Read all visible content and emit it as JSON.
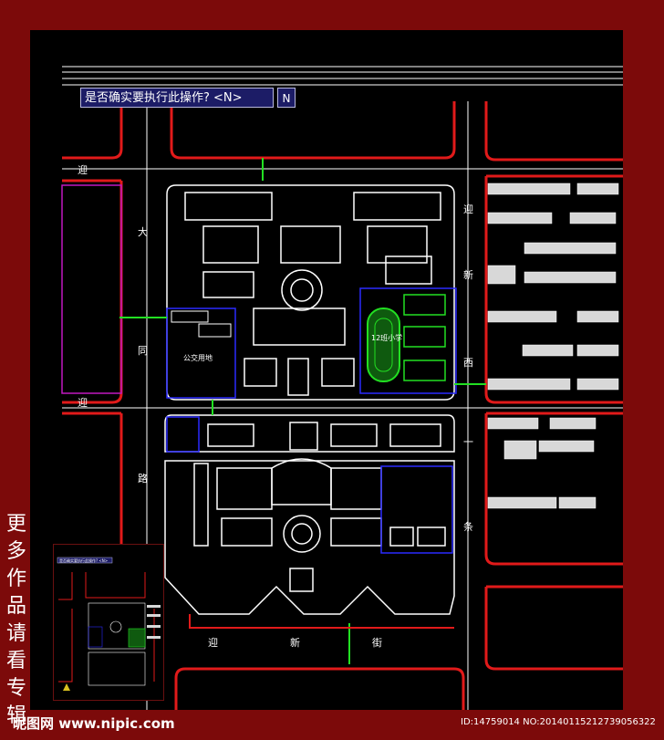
{
  "command_prompt": {
    "text": "是否确实要执行此操作? <N>",
    "input": "N"
  },
  "street_labels": {
    "west_road": [
      "大",
      "同",
      "路"
    ],
    "south_road": [
      "迎",
      "新",
      "街"
    ],
    "east_road": [
      "迎",
      "新",
      "西",
      "一",
      "条"
    ],
    "north_road": "迎",
    "mid_road": "迎"
  },
  "area_labels": {
    "bus_yard": "公交用地",
    "school": "12班小学"
  },
  "sidebar": {
    "vertical_text": [
      "更",
      "多",
      "作",
      "品",
      "请",
      "看",
      "专",
      "辑"
    ]
  },
  "watermark": {
    "text": "昵图网 www.nipic.com"
  },
  "image_id": {
    "text": "ID:14759014 NO:20140115212739056322"
  },
  "thumbnail": {
    "prompt_text": "是否确实要执行此操作? <N>"
  },
  "colors": {
    "background": "#7c0a0a",
    "canvas": "#000000",
    "road_red": "#e11a1a",
    "white_line": "#ffffff",
    "green_link": "#22e022",
    "blue_zone": "#2b2bff",
    "command_bg": "#1c1c66"
  }
}
